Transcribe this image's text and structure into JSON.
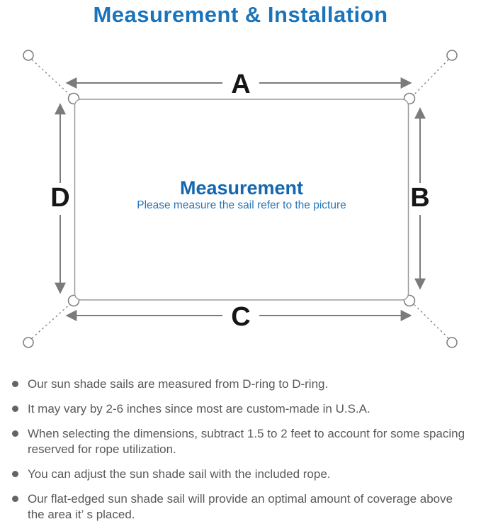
{
  "title": "Measurement & Installation",
  "colors": {
    "accent": "#1a74bb",
    "center_heading": "#1467b0",
    "center_sub": "#2a76b6",
    "diagram_gray": "#7b7b7b",
    "note_text": "#58595b"
  },
  "diagram": {
    "labels": {
      "top": "A",
      "right": "B",
      "bottom": "C",
      "left": "D"
    },
    "center_heading": "Measurement",
    "center_subtitle": "Please measure the sail refer to the picture"
  },
  "notes": [
    "Our sun shade sails are measured from D-ring to D-ring.",
    "It may vary by 2-6 inches since most are custom-made in U.S.A.",
    "When selecting the dimensions, subtract 1.5 to 2 feet to account for some spacing\nreserved for rope utilization.",
    "You can adjust the sun shade sail with the included rope.",
    "Our flat-edged sun shade sail will provide an optimal amount of coverage above\nthe area it’ s placed."
  ]
}
